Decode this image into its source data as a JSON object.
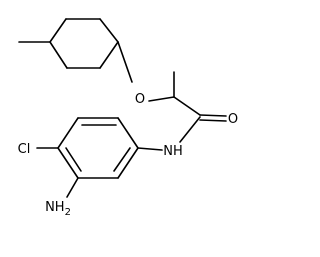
{
  "diagram": {
    "type": "chemical-structure",
    "bond_color": "#000000",
    "background": "#ffffff",
    "atom_labels": {
      "oxygen_ether": "O",
      "oxygen_carbonyl": "O",
      "amide_nitrogen": "NH",
      "chlorine": "Cl",
      "amino": "NH",
      "amino_subscript": "2"
    }
  }
}
